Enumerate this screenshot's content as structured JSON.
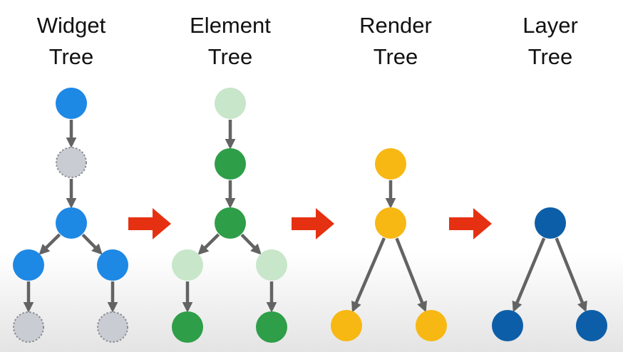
{
  "colors": {
    "widget_node": "#1e88e5",
    "widget_placeholder_fill": "#c9ccd2",
    "widget_placeholder_border": "#8a8d93",
    "element_light": "#c8e6c9",
    "element_dark": "#2e9e48",
    "render_node": "#f7b814",
    "layer_node": "#0d5ea8",
    "edge": "#636363",
    "transition_arrow": "#e53112"
  },
  "trees": [
    {
      "key": "widget",
      "title_line1": "Widget",
      "title_line2": "Tree"
    },
    {
      "key": "element",
      "title_line1": "Element",
      "title_line2": "Tree"
    },
    {
      "key": "render",
      "title_line1": "Render",
      "title_line2": "Tree"
    },
    {
      "key": "layer",
      "title_line1": "Layer",
      "title_line2": "Tree"
    }
  ]
}
